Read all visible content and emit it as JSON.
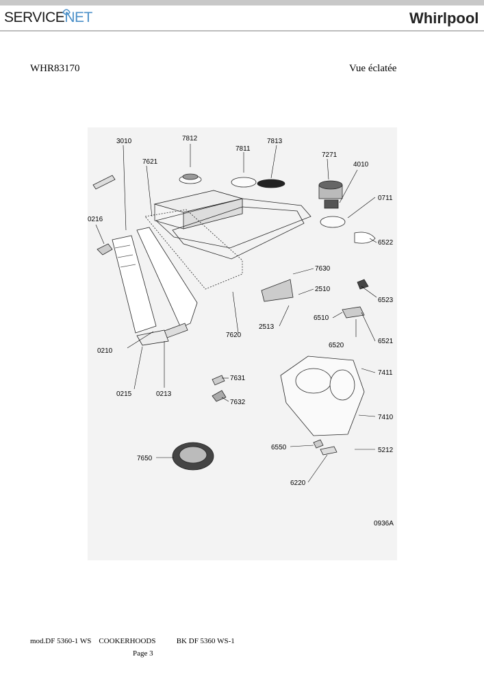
{
  "header": {
    "servicenet_part1": "SERVICE",
    "servicenet_part2": "NET",
    "brand": "Whirlpool"
  },
  "title": {
    "model": "WHR83170",
    "view": "Vue éclatée"
  },
  "diagram": {
    "code": "0936A",
    "parts": [
      "3010",
      "7812",
      "7811",
      "7813",
      "7621",
      "7271",
      "4010",
      "0711",
      "0216",
      "6522",
      "7630",
      "2510",
      "6523",
      "2513",
      "6510",
      "7620",
      "6520",
      "6521",
      "0210",
      "7411",
      "7631",
      "0215",
      "0213",
      "7632",
      "7410",
      "6550",
      "5212",
      "7650",
      "6220"
    ]
  },
  "footer": {
    "mod": "mod.DF 5360-1 WS",
    "category": "COOKERHOODS",
    "ref": "BK DF 5360 WS-1",
    "page": "Page 3"
  }
}
